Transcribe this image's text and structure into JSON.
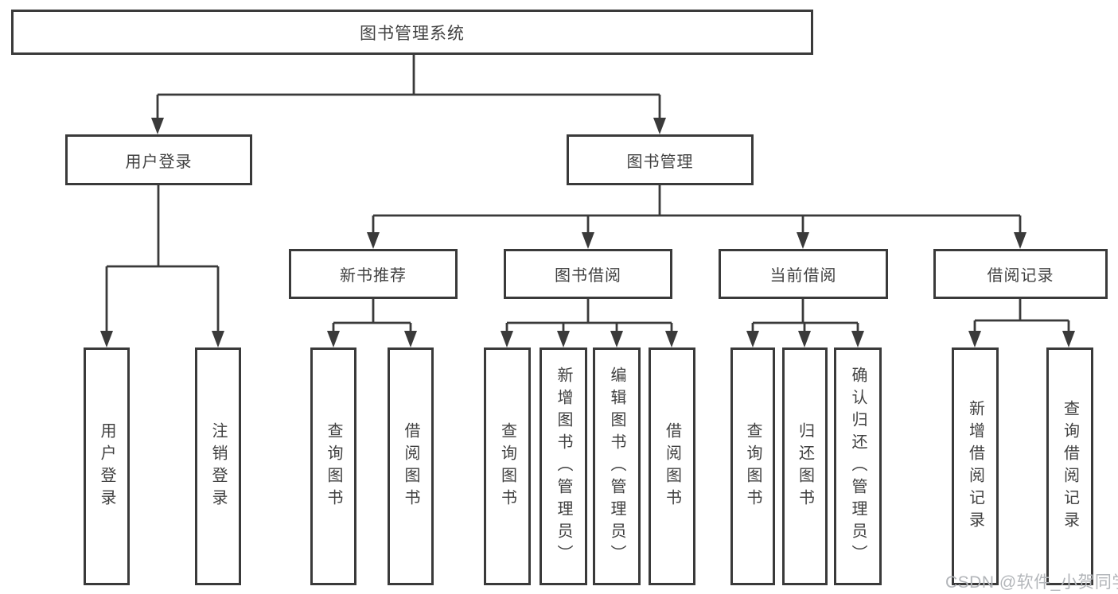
{
  "tree": {
    "root": {
      "label": "图书管理系统"
    },
    "level2": [
      {
        "label": "用户登录"
      },
      {
        "label": "图书管理"
      }
    ],
    "level3": [
      {
        "label": "新书推荐"
      },
      {
        "label": "图书借阅"
      },
      {
        "label": "当前借阅"
      },
      {
        "label": "借阅记录"
      }
    ],
    "leaves": {
      "user": [
        "用户登录",
        "注销登录"
      ],
      "new_books": [
        "查询图书",
        "借阅图书"
      ],
      "borrowing": [
        "查询图书",
        "新增图书（管理员）",
        "编辑图书（管理员）",
        "借阅图书"
      ],
      "current": [
        "查询图书",
        "归还图书",
        "确认归还（管理员）"
      ],
      "records": [
        "新增借阅记录",
        "查询借阅记录"
      ]
    }
  },
  "watermark": {
    "text": "CSDN @软件_小贺同学"
  },
  "colors": {
    "line": "#3a3a3a",
    "text": "#414141",
    "watermark": "#b3b6ba",
    "background": "#ffffff"
  }
}
